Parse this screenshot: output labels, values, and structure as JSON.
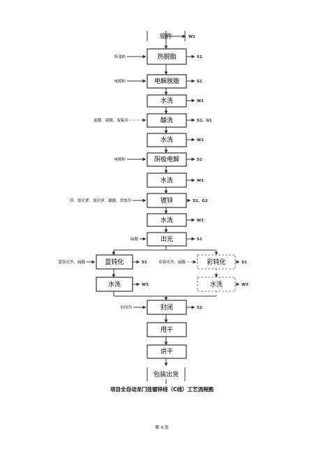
{
  "steps": {
    "s1": "铜件",
    "s2": "热脱脂",
    "s3": "电解脱脂",
    "s4": "水洗",
    "s5": "酸洗",
    "s6": "水洗",
    "s7": "阴极电解",
    "s8": "水洗",
    "s9": "镀锌",
    "s10": "水洗",
    "s11": "出光",
    "s12a": "蓝钝化",
    "s12b": "彩钝化",
    "s13a": "水洗",
    "s13b": "水洗",
    "s14": "封闭",
    "s15": "甩干",
    "s16": "烘干",
    "s17": "包装出货"
  },
  "inputs": {
    "i2": "除油粉",
    "i3": "电解粉",
    "i5": "盐酸、硫酸、双氧水",
    "i7": "电解粉",
    "i9": "锌、氯化钾、氯化锌、硼酸、添加剂",
    "i11": "硝酸",
    "i12a": "蓝钝化剂、硝酸",
    "i12b": "彩钝化剂、硝酸",
    "i14": "封闭剂"
  },
  "outputs": {
    "o1": "W1",
    "o2": "S1",
    "o3": "S1",
    "o4": "W1",
    "o5": "S1、G1",
    "o6": "W1",
    "o7": "S1",
    "o8": "W1",
    "o9": "S2、G2",
    "o10": "W2",
    "o11": "S1",
    "o12a": "S1",
    "o12b": "S1",
    "o13a": "W3",
    "o13b": "W3",
    "o14": "S2"
  },
  "caption": "项目全自动龙门挂镀锌线（C线）工艺流程图",
  "page_number": "第 4 页"
}
